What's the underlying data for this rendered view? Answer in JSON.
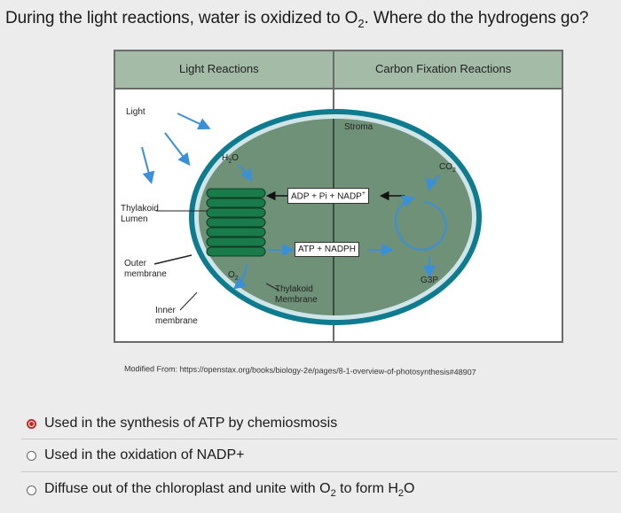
{
  "question": {
    "text_before": "During the light reactions, water is oxidized to O",
    "text_sub": "2",
    "text_after": ". Where do the hydrogens go?"
  },
  "figure": {
    "header_left": "Light Reactions",
    "header_right": "Carbon Fixation Reactions",
    "labels": {
      "light": "Light",
      "stroma": "Stroma",
      "h2o": "H",
      "h2o_sub": "2",
      "h2o_end": "O",
      "co2": "CO",
      "co2_sub": "2",
      "thylakoid_lumen_1": "Thylakoid",
      "thylakoid_lumen_2": "Lumen",
      "outer_membrane_1": "Outer",
      "outer_membrane_2": "membrane",
      "o2": "O",
      "o2_sub": "2",
      "g3p": "G3P",
      "thylakoid_membrane_1": "Thylakoid",
      "thylakoid_membrane_2": "Membrane",
      "inner_membrane_1": "Inner",
      "inner_membrane_2": "membrane"
    },
    "chip_top": "ADP + Pi + NADP",
    "chip_top_sup": "+",
    "chip_bottom": "ATP + NADPH",
    "colors": {
      "header_bg": "#a3bba7",
      "chloroplast_fill": "#6f9178",
      "membrane_ring": "#0f7b8f",
      "thylakoid_green": "#1a7b4a",
      "arrow_blue": "#3a8fd6"
    }
  },
  "source": "Modified From: https://openstax.org/books/biology-2e/pages/8-1-overview-of-photosynthesis#48907",
  "options": [
    {
      "text": "Used in the synthesis of ATP by chemiosmosis",
      "selected": true
    },
    {
      "text": "Used in the oxidation of NADP+",
      "selected": false
    },
    {
      "text_before": "Diffuse out of the chloroplast and unite with O",
      "sub1": "2",
      "text_mid": " to form H",
      "sub2": "2",
      "text_end": "O",
      "selected": false
    }
  ]
}
